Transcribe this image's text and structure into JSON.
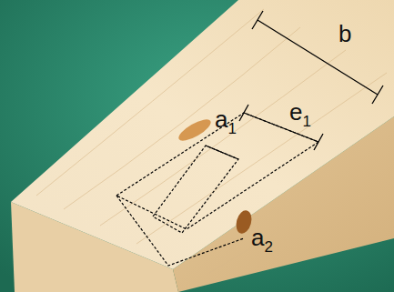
{
  "diagram": {
    "labels": [
      "b",
      "e1",
      "a1",
      "a2"
    ]
  }
}
